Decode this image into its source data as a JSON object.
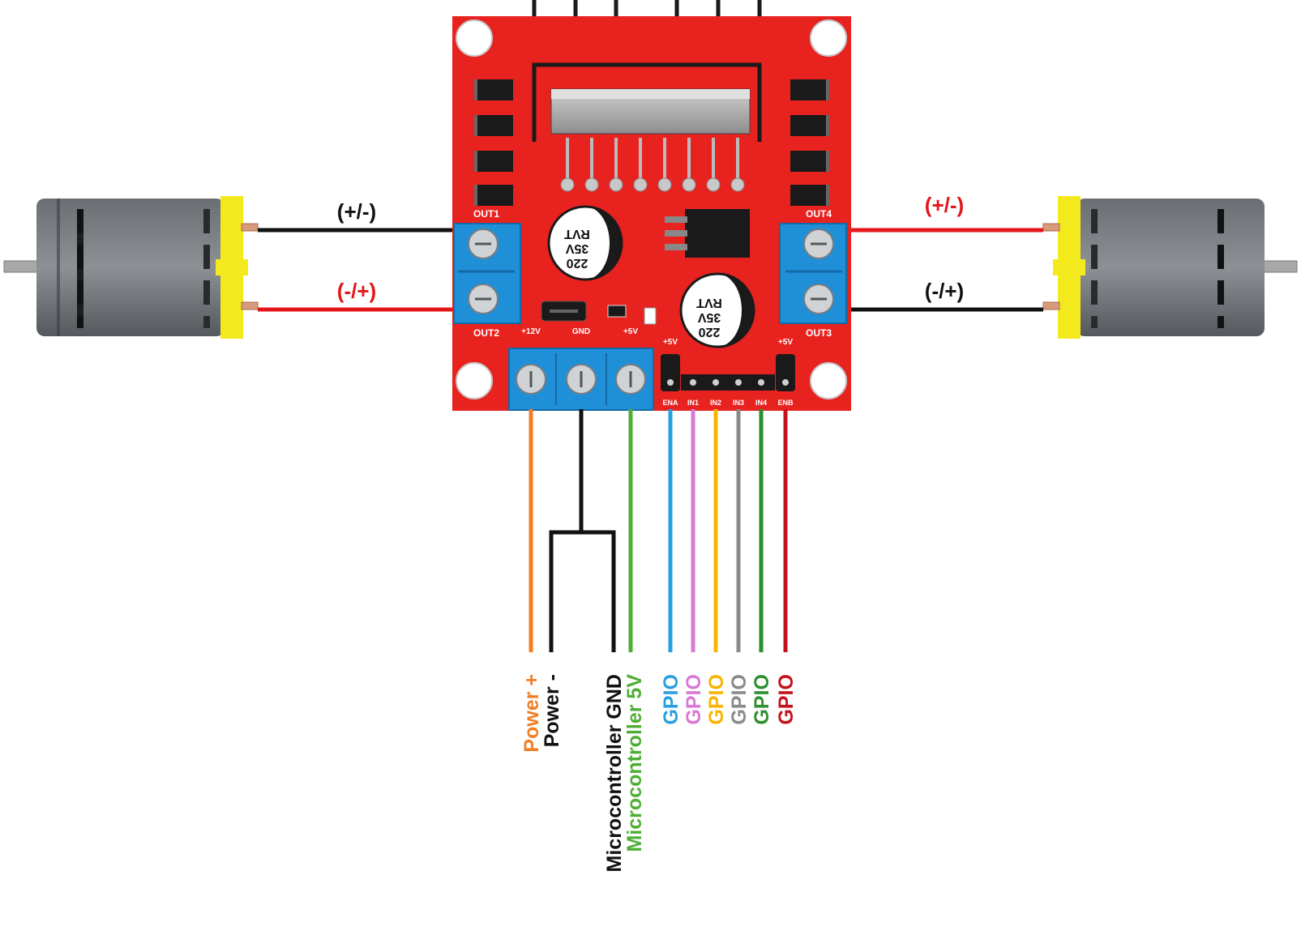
{
  "board": {
    "out1": "OUT1",
    "out2": "OUT2",
    "out3": "OUT3",
    "out4": "OUT4",
    "pin_12v": "+12V",
    "pin_gnd": "GND",
    "pin_5v": "+5V",
    "jumper_5v_left": "+5V",
    "jumper_5v_right": "+5V",
    "header_pins": [
      "ENA",
      "IN1",
      "IN2",
      "IN3",
      "IN4",
      "ENB"
    ],
    "cap_text": [
      "220",
      "35V",
      "RVT"
    ]
  },
  "motor_labels": {
    "left_top": "(+/-)",
    "left_bottom": "(-/+)",
    "right_top": "(+/-)",
    "right_bottom": "(-/+)"
  },
  "wire_labels": {
    "power_plus": "Power +",
    "power_minus": "Power -",
    "mcu_gnd": "Microcontroller GND",
    "mcu_5v": "Microcontroller 5V",
    "gpio": [
      "GPIO",
      "GPIO",
      "GPIO",
      "GPIO",
      "GPIO",
      "GPIO"
    ]
  },
  "colors": {
    "board": "#e8221f",
    "terminal": "#1f8fd8",
    "motor_body": "#5b5e63",
    "motor_cap": "#f3ea1d",
    "power_plus": "#f07e25",
    "black": "#111111",
    "mcu_5v": "#4eae33",
    "red_label": "#e4161b",
    "gpio": [
      "#2a9fe0",
      "#d879d5",
      "#f7b500",
      "#8a8a8a",
      "#2e8f2e",
      "#c4121a"
    ]
  }
}
